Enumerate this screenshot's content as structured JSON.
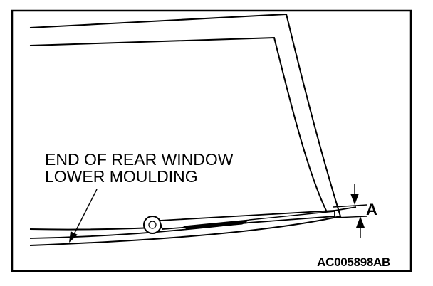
{
  "callout": {
    "line1": "END OF REAR WINDOW",
    "line2": "LOWER MOULDING"
  },
  "dimension": {
    "label": "A"
  },
  "figure": {
    "id": "AC005898AB"
  },
  "colors": {
    "ink": "#000000",
    "paper": "#ffffff"
  }
}
